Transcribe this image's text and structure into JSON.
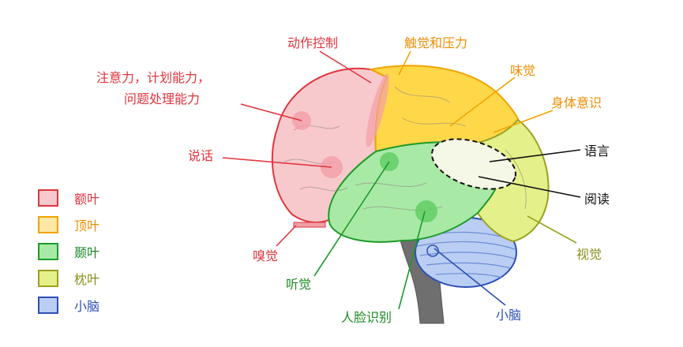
{
  "labels": {
    "motor_control": "动作控制",
    "attention_line1": "注意力，计划能力，",
    "attention_line2": "问题处理能力",
    "speech": "说话",
    "smell": "嗅觉",
    "hearing": "听觉",
    "face_recognition": "人脸识别",
    "touch_pressure": "触觉和压力",
    "taste": "味觉",
    "body_awareness": "身体意识",
    "language": "语言",
    "reading": "阅读",
    "vision": "视觉",
    "cerebellum": "小脑"
  },
  "legend": [
    {
      "label": "额叶",
      "fill": "#F8C9CC",
      "border": "#E0353F",
      "text_color": "#E0353F"
    },
    {
      "label": "顶叶",
      "fill": "#FFE7A6",
      "border": "#F2A300",
      "text_color": "#EE8E00"
    },
    {
      "label": "颞叶",
      "fill": "#A9E9A6",
      "border": "#1E9A2A",
      "text_color": "#1E8A26"
    },
    {
      "label": "枕叶",
      "fill": "#E4F08A",
      "border": "#9AA11E",
      "text_color": "#8A8F18"
    },
    {
      "label": "小脑",
      "fill": "#B9CEF2",
      "border": "#2E4FB5",
      "text_color": "#2E4FB5"
    }
  ],
  "colors": {
    "frontal": "#E0353F",
    "parietal": "#F2A300",
    "temporal": "#1E9A2A",
    "occipital": "#9AA11E",
    "cerebellum": "#2E4FB5",
    "neutral": "#111111"
  }
}
